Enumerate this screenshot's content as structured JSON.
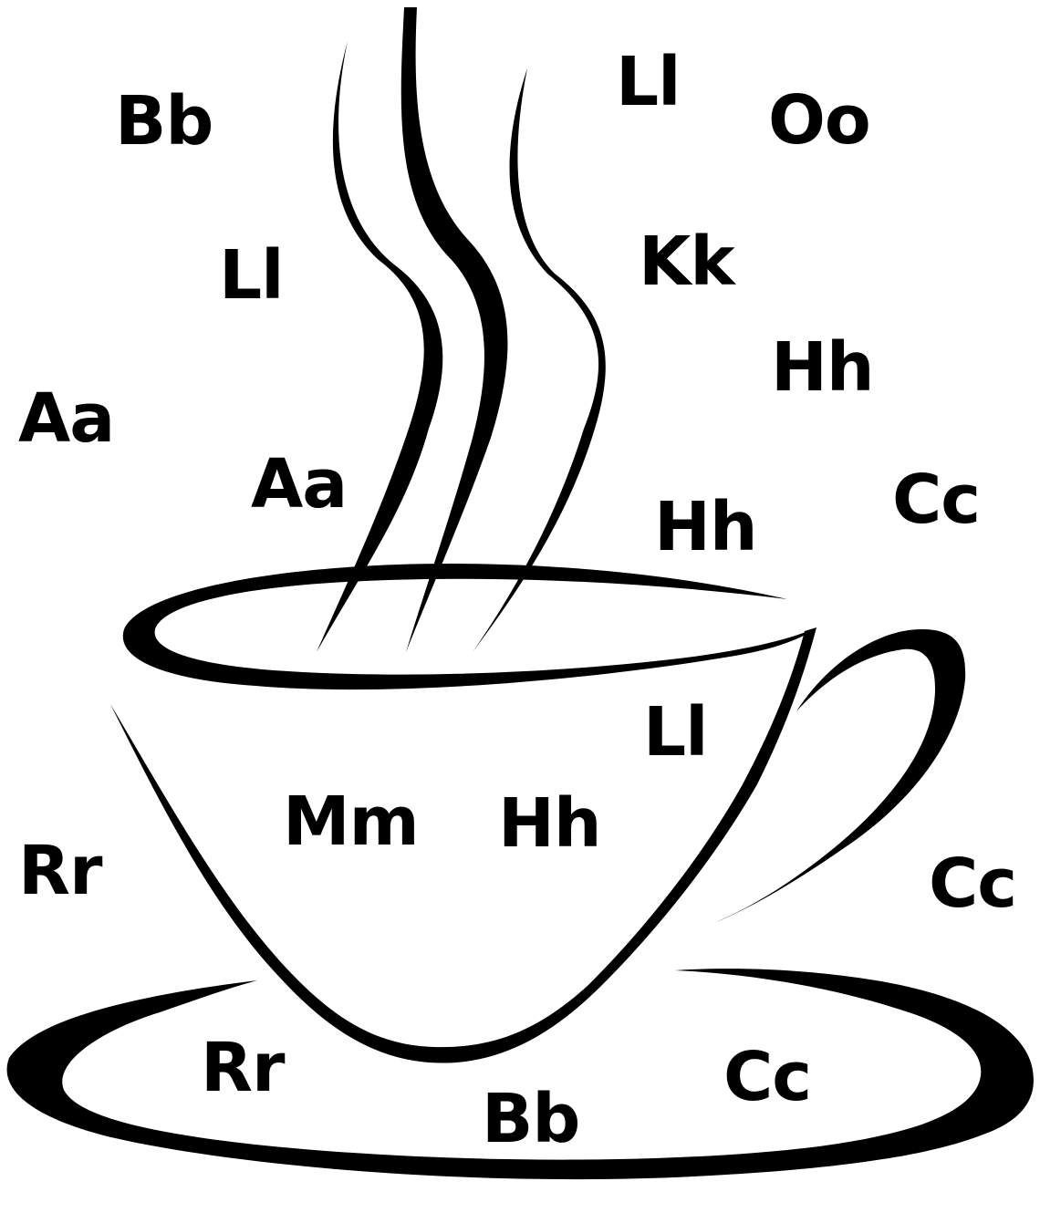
{
  "colors": {
    "ink": "#000000",
    "background": "#ffffff"
  },
  "illustration": {
    "icon": "coffee-cup-icon",
    "parts": [
      "steam",
      "cup-rim",
      "cup-body",
      "cup-handle",
      "saucer"
    ]
  },
  "letters": [
    "Bb",
    "Ll",
    "Oo",
    "Ll",
    "Kk",
    "Hh",
    "Aa",
    "Aa",
    "Cc",
    "Hh",
    "Ll",
    "Mm",
    "Hh",
    "Rr",
    "Cc",
    "Rr",
    "Cc",
    "Bb"
  ]
}
